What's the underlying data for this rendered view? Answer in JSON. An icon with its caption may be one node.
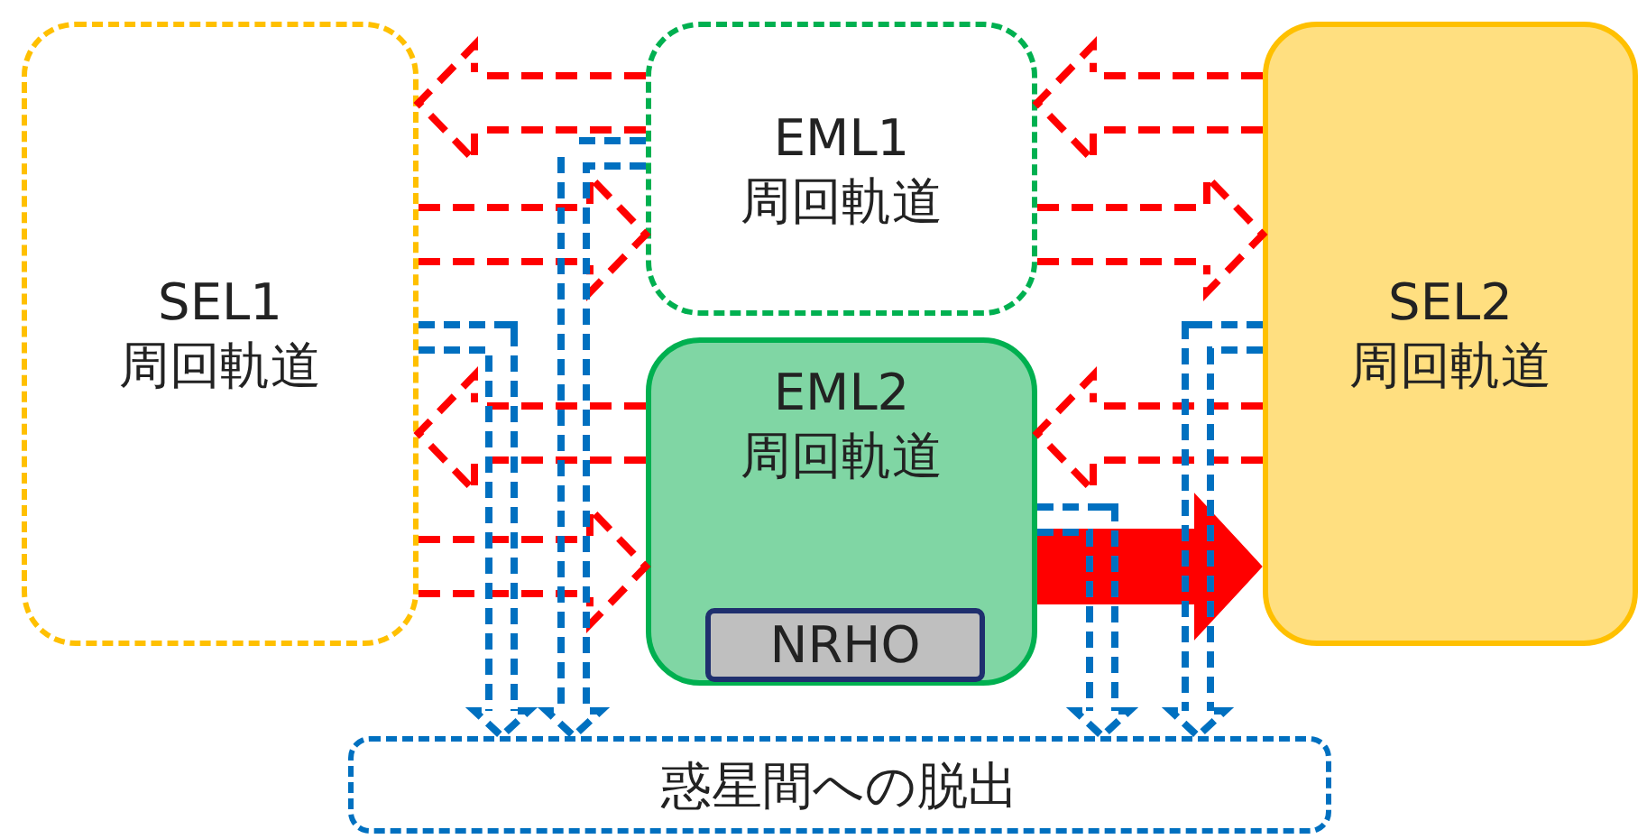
{
  "diagram": {
    "nodes": [
      {
        "text": [
          "SEL1",
          "周回軌道"
        ]
      },
      {
        "text": [
          "EML1",
          "周回軌道"
        ]
      },
      {
        "text": [
          "EML2",
          "周回軌道"
        ]
      },
      {
        "text": [
          "NRHO"
        ],
        "in": 2
      },
      {
        "text": [
          "SEL2",
          "周回軌道"
        ]
      },
      {
        "text": [
          "惑星間への脱出"
        ]
      }
    ],
    "edges": [
      {
        "from": 1,
        "to": 0,
        "arrow": "to",
        "style": "dashed"
      },
      {
        "from": 0,
        "to": 1,
        "arrow": "to",
        "style": "dashed"
      },
      {
        "from": 4,
        "to": 1,
        "arrow": "to",
        "style": "dashed"
      },
      {
        "from": 1,
        "to": 4,
        "arrow": "to",
        "style": "dashed"
      },
      {
        "from": 2,
        "to": 0,
        "arrow": "to",
        "style": "dashed"
      },
      {
        "from": 0,
        "to": 2,
        "arrow": "to",
        "style": "dashed"
      },
      {
        "from": 4,
        "to": 2,
        "arrow": "to",
        "style": "dashed"
      },
      {
        "from": 2,
        "to": 4,
        "arrow": "to",
        "style": "thick"
      },
      {
        "from": 0,
        "to": 5,
        "arrow": "to",
        "style": "dashed",
        "color": "#0070c0"
      },
      {
        "from": 1,
        "to": 5,
        "arrow": "to",
        "style": "dashed",
        "color": "#0070c0"
      },
      {
        "from": 2,
        "to": 5,
        "arrow": "to",
        "style": "dashed",
        "color": "#0070c0"
      },
      {
        "from": 4,
        "to": 5,
        "arrow": "to",
        "style": "dashed",
        "color": "#0070c0"
      }
    ]
  }
}
